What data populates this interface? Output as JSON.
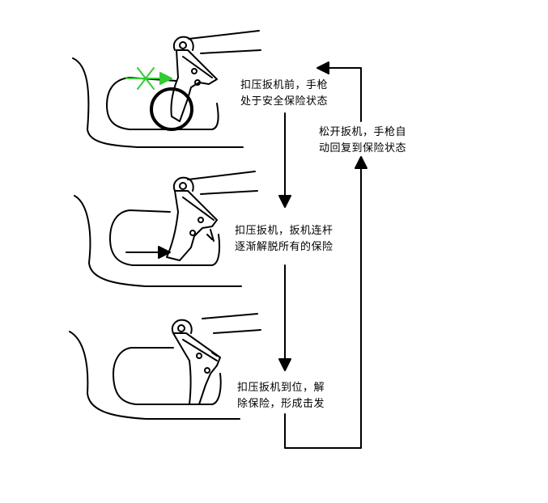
{
  "steps": [
    {
      "line1": "扣压扳机前，手枪",
      "line2": "处于安全保险状态"
    },
    {
      "line1": "扣压扳机，扳机连杆",
      "line2": "逐渐解脱所有的保险"
    },
    {
      "line1": "扣压扳机到位，解",
      "line2": "除保险，形成击发"
    }
  ],
  "return_step": {
    "line1": "松开扳机，手枪自",
    "line2": "动回复到保险状态"
  },
  "colors": {
    "ink": "#000000",
    "blocked_marker": "#33cc33"
  }
}
